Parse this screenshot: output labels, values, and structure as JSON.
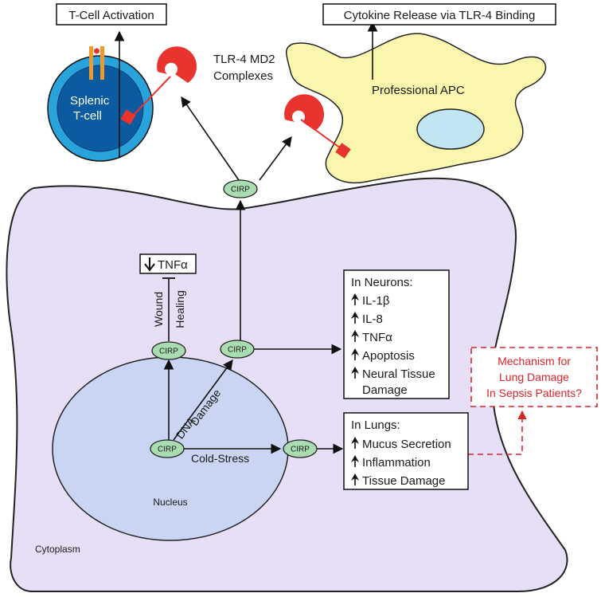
{
  "labels": {
    "tcell_activation": "T-Cell Activation",
    "cytokine_release": "Cytokine Release via TLR-4 Binding",
    "tlr4_line1": "TLR-4 MD2",
    "tlr4_line2": "Complexes",
    "professional_apc": "Professional APC",
    "splenic_line1": "Splenic",
    "splenic_line2": "T-cell",
    "tnf_box": "TNFα",
    "wound": "Wound",
    "healing": "Healing",
    "dna": "DNA",
    "damage": "Damage",
    "cold_stress": "Cold-Stress",
    "nucleus": "Nucleus",
    "cytoplasm": "Cytoplasm",
    "cirp": "CIRP"
  },
  "neurons": {
    "title": "In Neurons:",
    "items": [
      "IL-1β",
      "IL-8",
      "TNFα",
      "Apoptosis",
      "Neural Tissue"
    ],
    "continuation": "Damage"
  },
  "lungs": {
    "title": "In Lungs:",
    "items": [
      "Mucus Secretion",
      "Inflammation",
      "Tissue Damage"
    ]
  },
  "mechanism": {
    "lines": [
      "Mechanism for",
      "Lung Damage",
      "In Sepsis Patients?"
    ]
  },
  "colors": {
    "cytoplasm_fill": "#e6dff5",
    "nucleus_fill": "#c9d5f2",
    "cirp_fill": "#a9dcb1",
    "apc_fill": "#fbf6ad",
    "apc_nucleus": "#c2e5f2",
    "tcell_outer": "#29a3dc",
    "tcell_inner": "#0c5aa0",
    "receptor_orange": "#f09a2c",
    "tlr4_red": "#e8332e",
    "mechanism_red": "#d8232a"
  }
}
